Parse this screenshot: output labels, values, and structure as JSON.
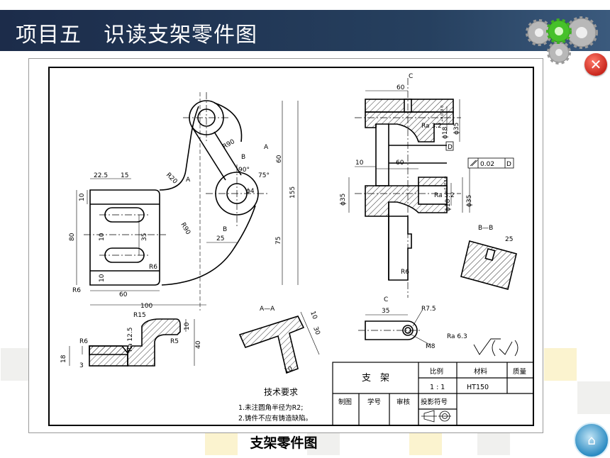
{
  "header": {
    "title": "项目五　识读支架零件图"
  },
  "caption": "支架零件图",
  "drawing": {
    "dims": {
      "d60_top": "60",
      "dim_c_top": "C",
      "ra32_top": "Ra 3.2",
      "phi18_top": "ϕ18",
      "tol_top": "+0.018 0",
      "phi35_top": "ϕ35",
      "datum_d": "D",
      "d10": "10",
      "d60_mid": "60",
      "gdt_tol": "0.02",
      "gdt_datum": "D",
      "phi35_left": "ϕ35",
      "ra32_mid": "Ra 3.2",
      "phi18_mid": "ϕ18",
      "tol_mid": "+0.018 0",
      "phi35_right": "ϕ35",
      "bb_label": "B—B",
      "d25_bb": "25",
      "r6_front": "R6",
      "c_bottom": "C",
      "d35_c": "35",
      "r75": "R7.5",
      "ra63": "Ra 6.3",
      "m8": "M8",
      "d22_5": "22.5",
      "d15": "15",
      "r20": "R20",
      "r90_a": "R90",
      "d_b1": "B",
      "d_a1": "A",
      "d_a2": "A",
      "d_90deg": "90°",
      "d_75deg": "75°",
      "phi4": "ϕ4",
      "d60_v": "60",
      "d155": "155",
      "d10_a": "10",
      "d80": "80",
      "d10_b": "10",
      "d35_v": "35",
      "r90_b": "R90",
      "d_b2": "B",
      "d25_h": "25",
      "d75": "75",
      "r6_a": "R6",
      "d10_c": "10",
      "r6_b": "R6",
      "d60_h": "60",
      "d100": "100",
      "r15": "R15",
      "ra125": "Ra 12.5",
      "d10_d": "10",
      "r6_c": "R6",
      "r5": "R5",
      "d40": "40",
      "d18": "18",
      "d3": "3",
      "aa_label": "A—A",
      "d10_e": "10",
      "d30": "30",
      "d10_f": "10"
    },
    "tech_req": {
      "title": "技术要求",
      "line1": "1.未注圆角半径为R2;",
      "line2": "2.铸件不应有铸造缺陷。"
    },
    "title_block": {
      "part_name": "支　架",
      "col_scale": "比例",
      "col_material": "材料",
      "col_mass": "质量",
      "scale": "1 : 1",
      "material": "HT150",
      "drawn": "制图",
      "student_no": "学号",
      "checked": "审核",
      "projection": "投影符号"
    }
  }
}
